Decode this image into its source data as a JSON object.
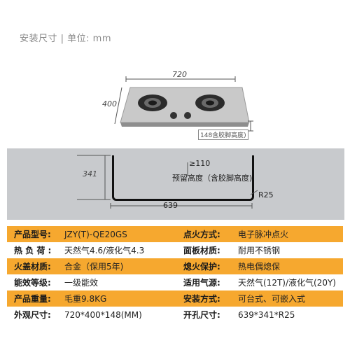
{
  "header": {
    "text": "安装尺寸 | 单位:  mm"
  },
  "diagram": {
    "width_label": "720",
    "depth_label": "400",
    "height_note": "148含胶脚高度)",
    "cut_width_label": "341",
    "min_clearance_label": "≥110",
    "reserve_height_label": "预留高度（含胶脚高度)",
    "cut_depth_label": "639",
    "radius_label": "R25"
  },
  "specs": [
    {
      "l1": "产品型号:",
      "v1": "JZY(T)-QE20GS",
      "l2": "点火方式:",
      "v2": "电子脉冲点火"
    },
    {
      "l1": "热 负 荷 :",
      "v1": "天然气4.6/液化气4.3",
      "l2": "面板材质:",
      "v2": "耐用不锈钢"
    },
    {
      "l1": "火盖材质:",
      "v1": "合金（保用5年)",
      "l2": "熄火保护:",
      "v2": "热电偶熄保"
    },
    {
      "l1": "能效等级:",
      "v1": "一级能效",
      "l2": "适用气源:",
      "v2": "天然气(12T)/液化气(20Y)"
    },
    {
      "l1": "产品重量:",
      "v1": "毛重9.8KG",
      "l2": "安装方式:",
      "v2": "可台式、可嵌入式"
    },
    {
      "l1": "外观尺寸:",
      "v1": "720*400*148(MM)",
      "l2": "开孔尺寸:",
      "v2": "639*341*R25"
    }
  ]
}
